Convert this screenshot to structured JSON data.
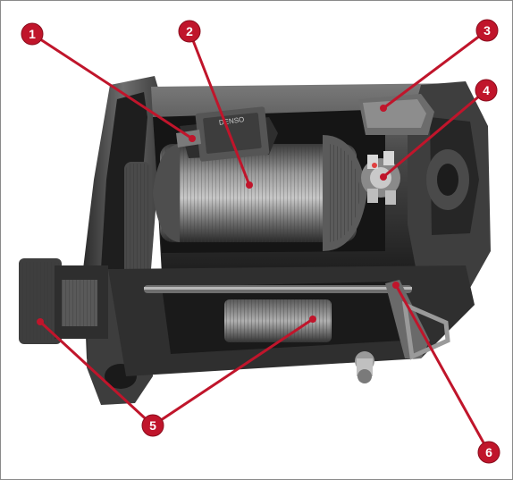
{
  "brand_label": "DENSO",
  "colors": {
    "callout": "#c0152b",
    "callout_dark": "#8a0d1d",
    "frame": "#8a8a8a"
  },
  "callouts": [
    {
      "id": "1",
      "label": "1"
    },
    {
      "id": "2",
      "label": "2"
    },
    {
      "id": "3",
      "label": "3"
    },
    {
      "id": "4",
      "label": "4"
    },
    {
      "id": "5",
      "label": "5"
    },
    {
      "id": "6",
      "label": "6"
    }
  ]
}
